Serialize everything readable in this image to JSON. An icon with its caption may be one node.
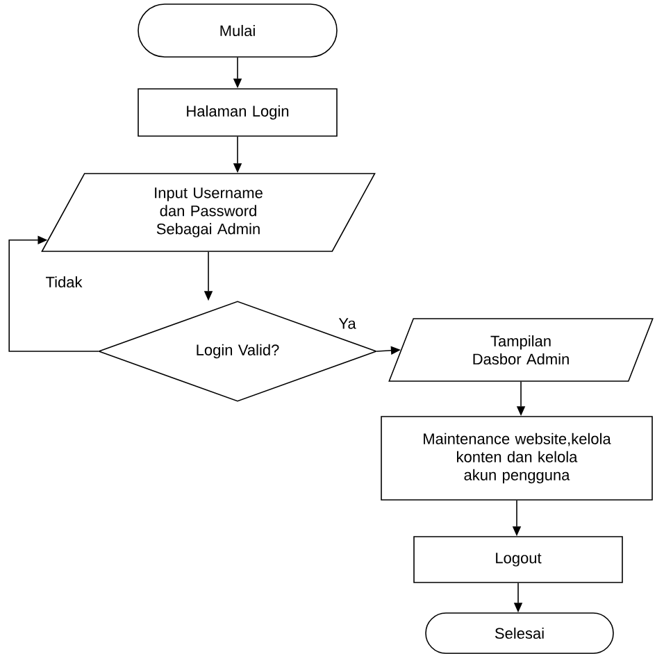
{
  "diagram": {
    "nodes": [
      {
        "text": [
          "Mulai"
        ]
      },
      {
        "text": [
          "Halaman Login"
        ]
      },
      {
        "text": [
          "Input Username dan Password Sebagai Admin"
        ]
      },
      {
        "text": [
          "Login Valid?"
        ]
      },
      {
        "text": [
          "Tampilan Dasbor Admin"
        ]
      },
      {
        "text": [
          "Maintenance website,kelola konten dan kelola akun pengguna"
        ]
      },
      {
        "text": [
          "Logout"
        ]
      },
      {
        "text": [
          "Selesai"
        ]
      }
    ],
    "edges": [
      {
        "from": 0,
        "to": 1,
        "arrow": "to"
      },
      {
        "from": 1,
        "to": 2,
        "arrow": "to"
      },
      {
        "from": 2,
        "to": 3,
        "arrow": "to"
      },
      {
        "from": 3,
        "to": 4,
        "arrow": "to",
        "label": "Ya"
      },
      {
        "from": 3,
        "to": 2,
        "arrow": "to",
        "label": "Tidak"
      },
      {
        "from": 4,
        "to": 5,
        "arrow": "to"
      },
      {
        "from": 5,
        "to": 6,
        "arrow": "to"
      },
      {
        "from": 6,
        "to": 7,
        "arrow": "to"
      }
    ]
  }
}
